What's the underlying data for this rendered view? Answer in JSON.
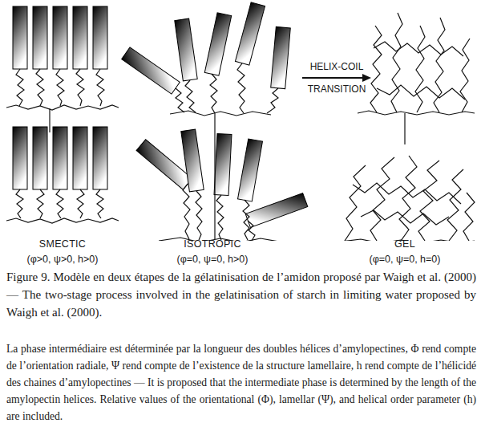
{
  "diagram": {
    "caption": "Figure 9. Modèle en deux étapes de la gélatinisation de l’amidon proposé par Waigh et al. (2000) — The two-stage process involved in the gelatinisation of starch in limiting water proposed by Waigh et al. (2000).",
    "nodes": [
      {
        "text": [
          "SMECTIC",
          "(φ>0, ψ>0, h>0)"
        ]
      },
      {
        "text": [
          "ISOTROPIC",
          "(φ=0, ψ=0, h>0)"
        ]
      },
      {
        "text": [
          "GEL",
          "(φ=0, ψ=0, h=0)"
        ]
      }
    ],
    "edges": [
      {
        "from": 1,
        "to": 2,
        "arrow": "to",
        "label": "HELIX-COIL TRANSITION"
      }
    ],
    "labels": [
      "La phase intermédiaire est déterminée par la longueur des doubles hélices d’amylopectines, Φ rend compte de l’orientation radiale, Ψ rend compte de l’existence de la structure lamellaire, h rend compte de l’hélicidé des chaines d’amylopectines — It is proposed that the intermediate phase is determined by the length of the amylopectin helices. Relative values of the orientational (Φ), lamellar (Ψ), and helical order parameter (h) are included."
    ]
  }
}
